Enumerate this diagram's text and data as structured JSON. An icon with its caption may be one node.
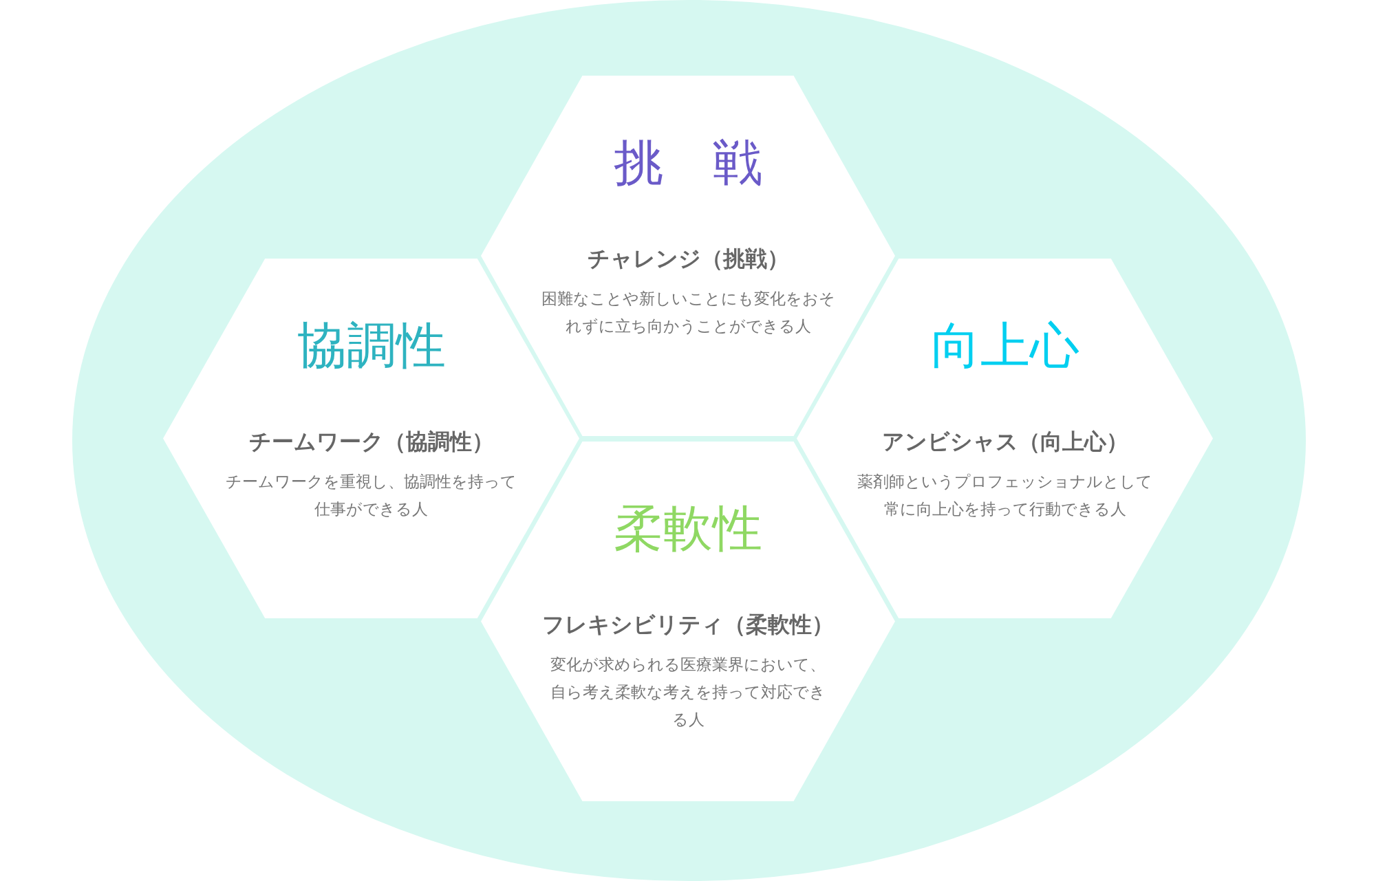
{
  "diagram": {
    "nodes": [
      {
        "text": [],
        "shape": "ellipse"
      },
      {
        "text": [
          "挑　戦",
          "チャレンジ（挑戦）",
          "困難なことや新しいことにも変化をおそれずに立ち向かうことができる人"
        ],
        "in": 0
      },
      {
        "text": [
          "協調性",
          "チームワーク（協調性）",
          "チームワークを重視し、協調性を持って仕事ができる人"
        ],
        "in": 0
      },
      {
        "text": [
          "向上心",
          "アンビシャス（向上心）",
          "薬剤師というプロフェッショナルとして常に向上心を持って行動できる人"
        ],
        "in": 0
      },
      {
        "text": [
          "柔軟性",
          "フレキシビリティ（柔軟性）",
          "変化が求められる医療業界において、自ら考え柔軟な考えを持って対応できる人"
        ],
        "in": 0
      }
    ]
  }
}
